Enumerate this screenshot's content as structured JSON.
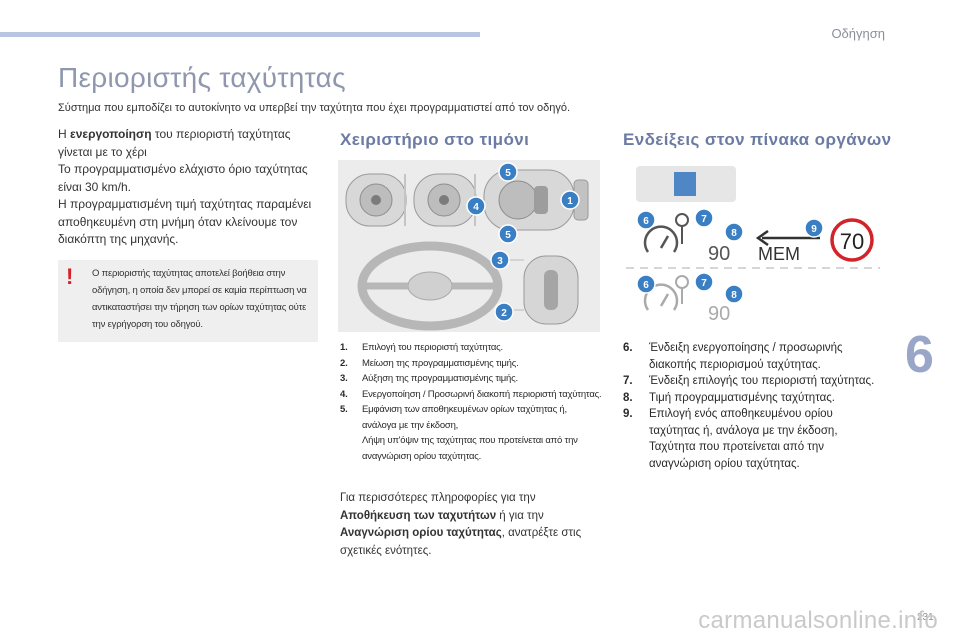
{
  "header": {
    "chapter_name": "Οδήγηση",
    "title": "Περιοριστής ταχύτητας",
    "intro": "Σύστημα που εμποδίζει το αυτοκίνητο να υπερβεί την ταχύτητα που έχει προγραμματιστεί από τον οδηγό."
  },
  "column1": {
    "p1_before": "Η ",
    "p1_bold": "ενεργοποίηση",
    "p1_after": " του περιοριστή ταχύτητας γίνεται με το χέρι",
    "p2": "Το προγραμματισμένο ελάχιστο όριο ταχύτητας είναι 30 km/h.",
    "p3": "Η προγραμματισμένη τιμή ταχύτητας παραμένει αποθηκευμένη στη μνήμη όταν κλείνουμε τον διακόπτη της μηχανής.",
    "note_icon": "!",
    "note": "Ο περιοριστής ταχύτητας αποτελεί βοήθεια στην οδήγηση, η οποία δεν μπορεί σε καμία περίπτωση να αντικαταστήσει την τήρηση των ορίων ταχύτητας ούτε την εγρήγορση του οδηγού."
  },
  "steering": {
    "heading": "Χειριστήριο στο τιμόνι",
    "callouts": [
      "1",
      "2",
      "3",
      "4",
      "5",
      "5"
    ],
    "items": [
      {
        "num": "1.",
        "text": "Επιλογή του περιοριστή ταχύτητας."
      },
      {
        "num": "2.",
        "text": "Μείωση της προγραμματισμένης τιμής."
      },
      {
        "num": "3.",
        "text": "Αύξηση της προγραμματισμένης τιμής."
      },
      {
        "num": "4.",
        "text": "Ενεργοποίηση / Προσωρινή διακοπή περιοριστή ταχύτητας."
      },
      {
        "num": "5.",
        "text": "Εμφάνιση των αποθηκευμένων ορίων ταχύτητας ή, ανάλογα με την έκδοση,",
        "text2": "Λήψη υπ'όψιν της ταχύτητας που προτείνεται από την αναγνώριση ορίου ταχύτητας."
      }
    ],
    "more_before": "Για περισσότερες πληροφορίες για την ",
    "more_bold1": "Αποθήκευση των ταχυτήτων",
    "more_mid": " ή για την ",
    "more_bold2": "Αναγνώριση ορίου ταχύτητας",
    "more_after": ", ανατρέξτε στις σχετικές ενότητες."
  },
  "cluster": {
    "heading": "Ενδείξεις στον πίνακα οργάνων",
    "speed_value": "90",
    "mem_label": "MEM",
    "sign_value": "70",
    "callouts": [
      "6",
      "7",
      "8",
      "9",
      "6",
      "7",
      "8"
    ],
    "items": [
      {
        "num": "6.",
        "text": "Ένδειξη ενεργοποίησης / προσωρινής διακοπής περιορισμού ταχύτητας."
      },
      {
        "num": "7.",
        "text": "Ένδειξη επιλογής του περιοριστή ταχύτητας."
      },
      {
        "num": "8.",
        "text": "Τιμή προγραμματισμένης ταχύτητας."
      },
      {
        "num": "9.",
        "text": "Επιλογή ενός αποθηκευμένου ορίου ταχύτητας ή, ανάλογα με την έκδοση, Ταχύτητα που προτείνεται από την αναγνώριση ορίου ταχύτητας."
      }
    ]
  },
  "footer": {
    "chapter_number": "6",
    "page_number": "231",
    "watermark": "carmanualsonline.info"
  },
  "colors": {
    "title": "#8e97ad",
    "heading": "#6b7ba3",
    "accent_blue": "#3a7fc3",
    "warning_red": "#d2232a",
    "top_bar": "#b9c6e3"
  }
}
